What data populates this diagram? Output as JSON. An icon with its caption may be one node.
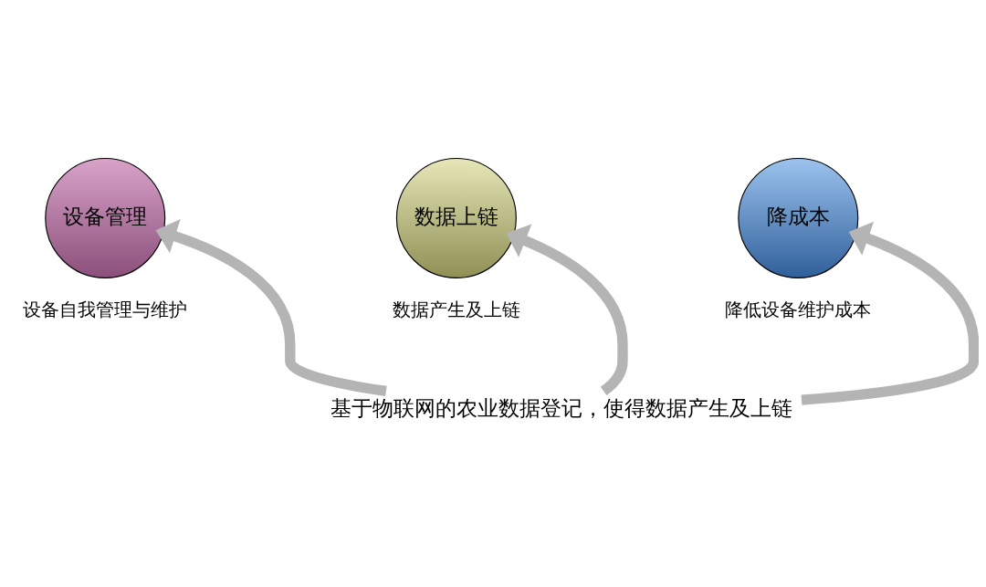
{
  "diagram": {
    "nodes": [
      {
        "text": [
          "设备管理"
        ],
        "beside": [
          "设备自我管理与维护"
        ]
      },
      {
        "text": [
          "数据上链"
        ],
        "beside": [
          "数据产生及上链"
        ]
      },
      {
        "text": [
          "降成本"
        ],
        "beside": [
          "降低设备维护成本"
        ]
      },
      {
        "text": [
          "基于物联网的农业数据登记，使得数据产生及上链"
        ]
      }
    ],
    "edges": [
      {
        "from": 3,
        "to": 0,
        "arrow": "to"
      },
      {
        "from": 3,
        "to": 1,
        "arrow": "to"
      },
      {
        "from": 3,
        "to": 2,
        "arrow": "to"
      }
    ]
  }
}
